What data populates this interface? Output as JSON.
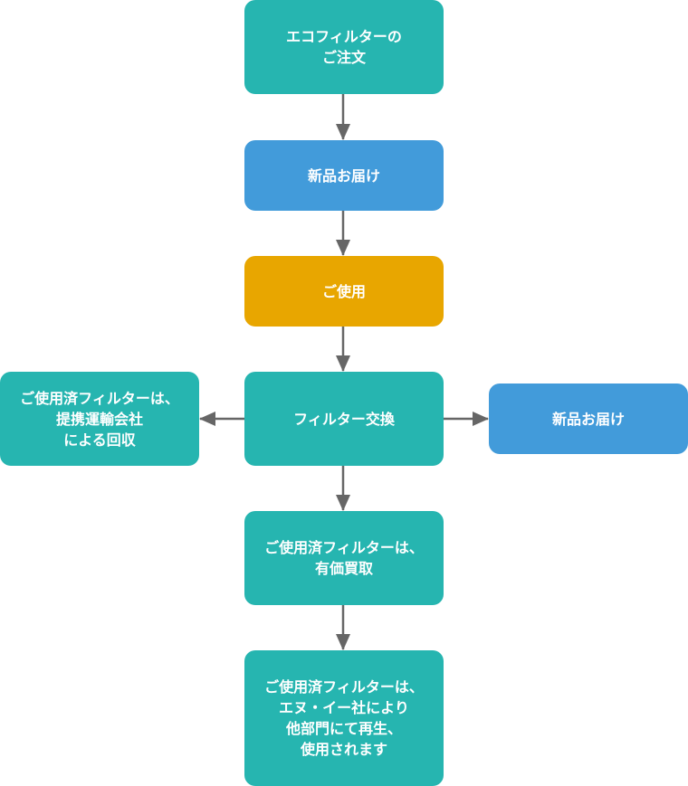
{
  "colors": {
    "teal": "#26b5b0",
    "blue": "#429bda",
    "amber": "#e8a600",
    "arrow": "#666666"
  },
  "flow": {
    "order": {
      "label": "エコフィルターの\nご注文"
    },
    "delivery_new": {
      "label": "新品お届け"
    },
    "use": {
      "label": "ご使用"
    },
    "filter_exchange": {
      "label": "フィルター交換"
    },
    "collection": {
      "label": "ご使用済フィルターは、\n提携運輸会社\nによる回収"
    },
    "delivery_new_side": {
      "label": "新品お届け"
    },
    "paid_purchase": {
      "label": "ご使用済フィルターは、\n有価買取"
    },
    "recycle": {
      "label": "ご使用済フィルターは、\nエヌ・イー社により\n他部門にて再生、\n使用されます"
    }
  }
}
